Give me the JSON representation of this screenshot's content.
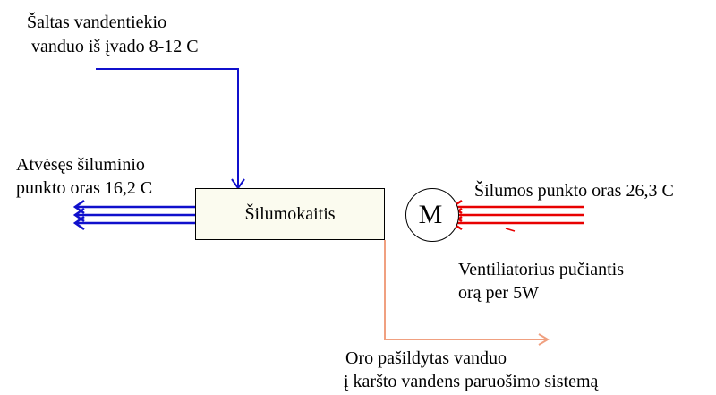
{
  "labels": {
    "cold_water_line1": "Šaltas vandentiekio",
    "cold_water_line2": "vanduo iš įvado 8-12 C",
    "cooled_air_line1": "Atvėsęs šiluminio",
    "cooled_air_line2": "punkto oras 16,2 C",
    "heat_exchanger": "Šilumokaitis",
    "motor": "M",
    "warm_air": "Šilumos punkto oras 26,3 C",
    "fan_line1": "Ventiliatorius pučiantis",
    "fan_line2": "orą per 5W",
    "heated_water_line1": "Oro pašildytas vanduo",
    "heated_water_line2": "į karšto vandens paruošimo sistemą"
  },
  "colors": {
    "cold_flow": "#1010cc",
    "warm_flow": "#e80000",
    "heated_water_flow": "#f0a080"
  }
}
